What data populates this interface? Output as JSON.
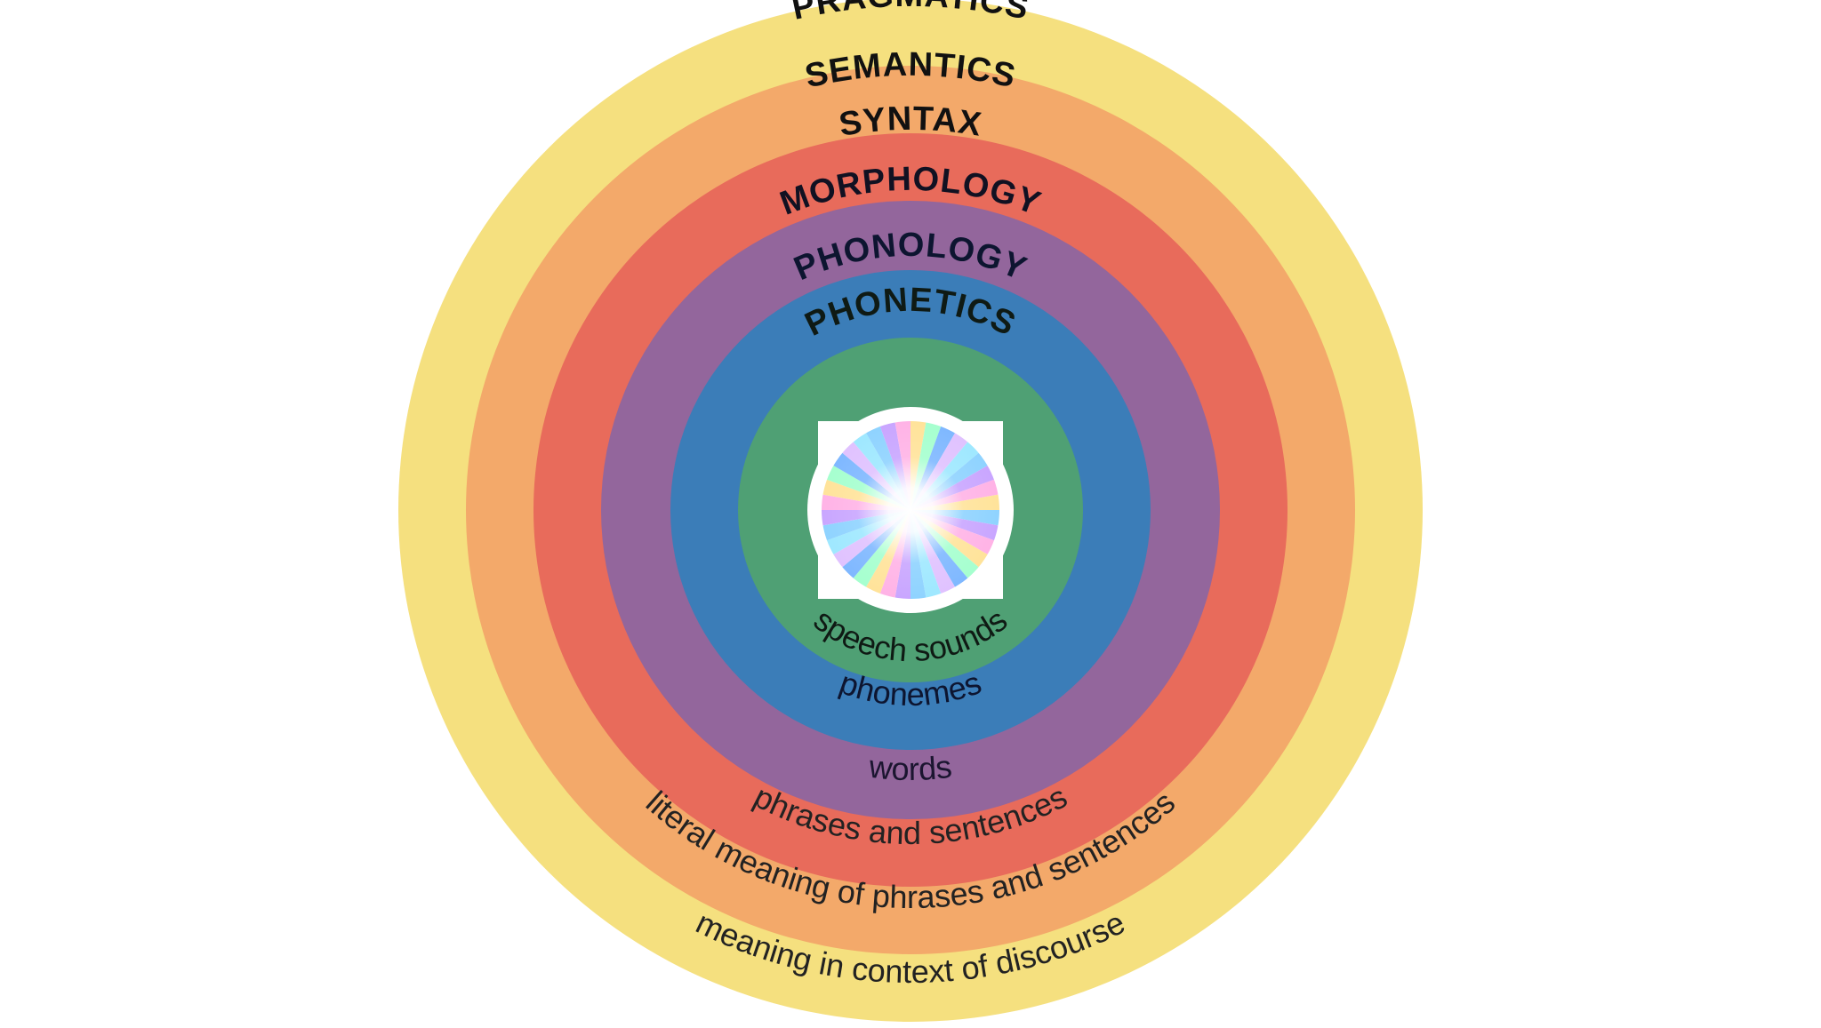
{
  "rings": [
    {
      "id": "pragmatics",
      "title": "PRAGMATICS",
      "desc": "meaning in context of discourse",
      "color": "#F5E07F",
      "title_color": "#111111",
      "desc_color": "#222222"
    },
    {
      "id": "semantics",
      "title": "SEMANTICS",
      "desc": "literal meaning of phrases and sentences",
      "color": "#F3A96A",
      "title_color": "#111111",
      "desc_color": "#222222"
    },
    {
      "id": "syntax",
      "title": "SYNTAX",
      "desc": "phrases and sentences",
      "color": "#E86B5B",
      "title_color": "#111111",
      "desc_color": "#222222"
    },
    {
      "id": "morphology",
      "title": "MORPHOLOGY",
      "desc": "words",
      "color": "#93669C",
      "title_color": "#111122",
      "desc_color": "#1b1530"
    },
    {
      "id": "phonology",
      "title": "PHONOLOGY",
      "desc": "phonemes",
      "color": "#3B7DB8",
      "title_color": "#0d1530",
      "desc_color": "#0d1530"
    },
    {
      "id": "phonetics",
      "title": "PHONETICS",
      "desc": "speech sounds",
      "color": "#4FA074",
      "title_color": "#0f1a14",
      "desc_color": "#0f1a14"
    }
  ],
  "center": {
    "icon": "sound-burst-icon"
  }
}
